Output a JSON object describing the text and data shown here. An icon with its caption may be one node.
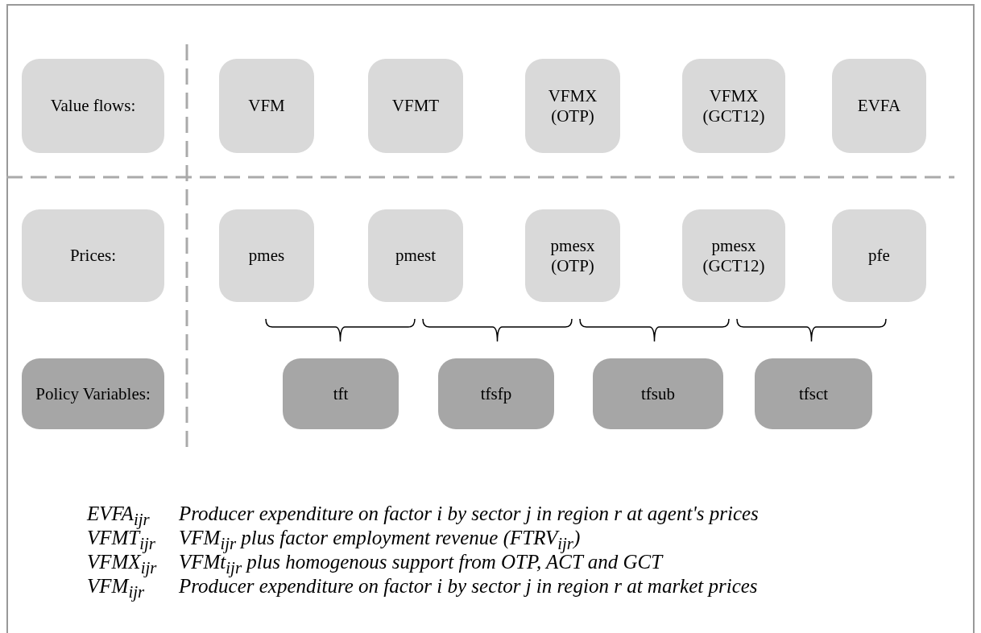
{
  "diagram": {
    "nodes": [
      {
        "text": [
          "Value flows:"
        ]
      },
      {
        "text": [
          "VFM"
        ]
      },
      {
        "text": [
          "VFMT"
        ]
      },
      {
        "text": [
          "VFMX (OTP)"
        ]
      },
      {
        "text": [
          "VFMX (GCT12)"
        ]
      },
      {
        "text": [
          "EVFA"
        ]
      },
      {
        "text": [
          "Prices:"
        ]
      },
      {
        "text": [
          "pmes"
        ]
      },
      {
        "text": [
          "pmest"
        ]
      },
      {
        "text": [
          "pmesx (OTP)"
        ]
      },
      {
        "text": [
          "pmesx (GCT12)"
        ]
      },
      {
        "text": [
          "pfe"
        ]
      },
      {
        "text": [
          "Policy Variables:"
        ]
      },
      {
        "text": [
          "tft"
        ]
      },
      {
        "text": [
          "tfsfp"
        ]
      },
      {
        "text": [
          "tfsub"
        ]
      },
      {
        "text": [
          "tfsct"
        ]
      }
    ],
    "edges": [],
    "labels": [
      "EVFA$_{ijr}$",
      "Producer expenditure on factor i by sector j in region r at agent's prices",
      "VFMT$_{ijr}$",
      "VFM$_{ijr}$ plus factor employment revenue (FTRV$_{ijr}$)",
      "VFMX$_{ijr}$",
      "VFMt$_{ijr}$ plus homogenous support from OTP, ACT and GCT",
      "VFM$_{ijr}$",
      "Producer expenditure on factor i by sector j in region r at market prices"
    ]
  }
}
